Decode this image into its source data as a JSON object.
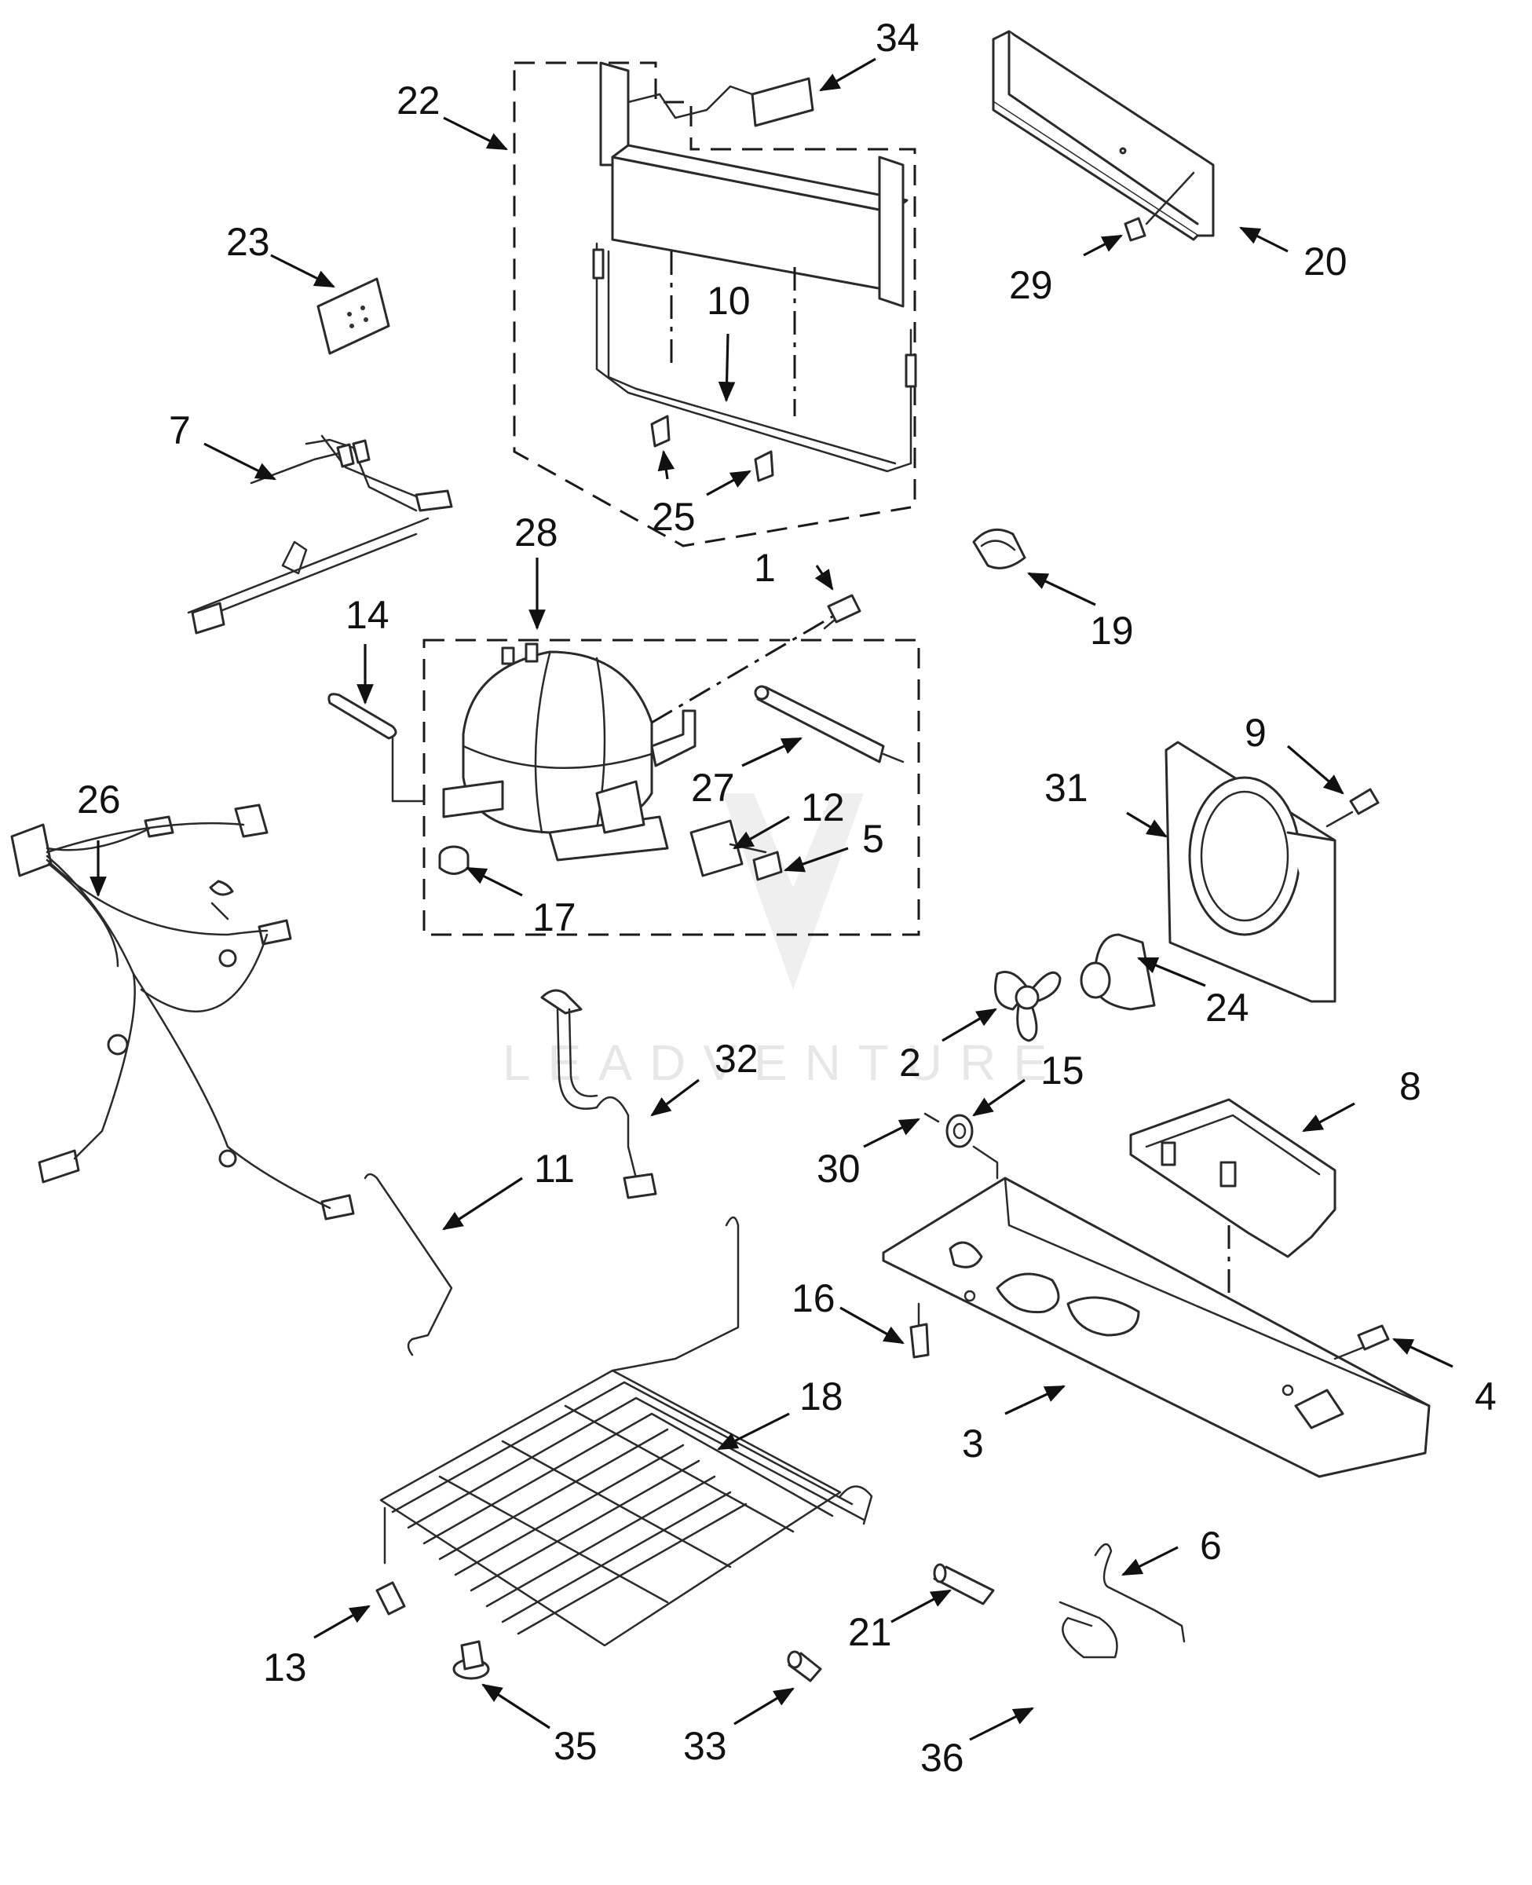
{
  "watermark": "LEADVENTURE",
  "callouts": [
    {
      "id": "1",
      "label": "1"
    },
    {
      "id": "2",
      "label": "2"
    },
    {
      "id": "3",
      "label": "3"
    },
    {
      "id": "4",
      "label": "4"
    },
    {
      "id": "5",
      "label": "5"
    },
    {
      "id": "6",
      "label": "6"
    },
    {
      "id": "7",
      "label": "7"
    },
    {
      "id": "8",
      "label": "8"
    },
    {
      "id": "9",
      "label": "9"
    },
    {
      "id": "10",
      "label": "10"
    },
    {
      "id": "11",
      "label": "11"
    },
    {
      "id": "12",
      "label": "12"
    },
    {
      "id": "13",
      "label": "13"
    },
    {
      "id": "14",
      "label": "14"
    },
    {
      "id": "15",
      "label": "15"
    },
    {
      "id": "16",
      "label": "16"
    },
    {
      "id": "17",
      "label": "17"
    },
    {
      "id": "18",
      "label": "18"
    },
    {
      "id": "19",
      "label": "19"
    },
    {
      "id": "20",
      "label": "20"
    },
    {
      "id": "21",
      "label": "21"
    },
    {
      "id": "22",
      "label": "22"
    },
    {
      "id": "23",
      "label": "23"
    },
    {
      "id": "24",
      "label": "24"
    },
    {
      "id": "25",
      "label": "25"
    },
    {
      "id": "26",
      "label": "26"
    },
    {
      "id": "27",
      "label": "27"
    },
    {
      "id": "28",
      "label": "28"
    },
    {
      "id": "29",
      "label": "29"
    },
    {
      "id": "30",
      "label": "30"
    },
    {
      "id": "31",
      "label": "31"
    },
    {
      "id": "32",
      "label": "32"
    },
    {
      "id": "33",
      "label": "33"
    },
    {
      "id": "34",
      "label": "34"
    },
    {
      "id": "35",
      "label": "35"
    },
    {
      "id": "36",
      "label": "36"
    }
  ]
}
